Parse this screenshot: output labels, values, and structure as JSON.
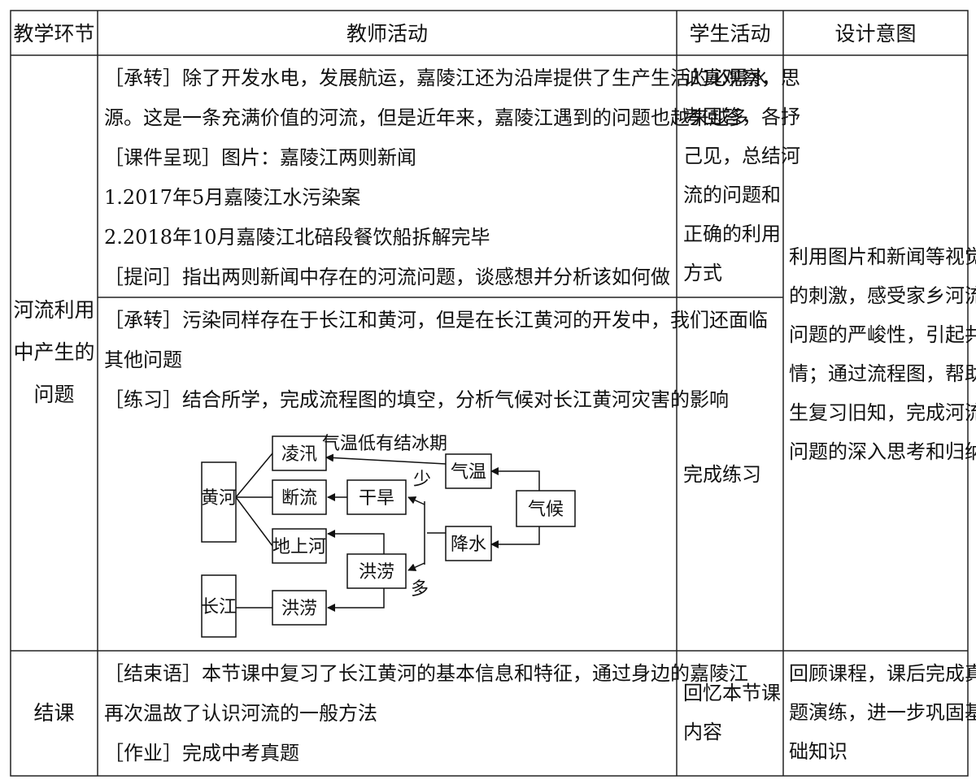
{
  "table": {
    "headers": [
      "教学环节",
      "教师活动",
      "学生活动",
      "设计意图"
    ],
    "section1": {
      "stage": [
        "河流利用",
        "中产生的",
        "问题"
      ],
      "teacher_part1": [
        "［承转］除了开发水电，发展航运，嘉陵江还为沿岸提供了生产生活的必需水",
        "源。这是一条充满价值的河流，但是近年来，嘉陵江遇到的问题也越来越多",
        "［课件呈现］图片：嘉陵江两则新闻",
        "1.2017年5月嘉陵江水污染案",
        "2.2018年10月嘉陵江北碚段餐饮船拆解完毕",
        "［提问］指出两则新闻中存在的河流问题，谈感想并分析该如何做"
      ],
      "student_part1": [
        "认真观察，思",
        "考回答，各抒",
        "己见，总结河",
        "流的问题和",
        "正确的利用",
        "方式"
      ],
      "teacher_part2": [
        "［承转］污染同样存在于长江和黄河，但是在长江黄河的开发中，我们还面临",
        "其他问题",
        "［练习］结合所学，完成流程图的填空，分析气候对长江黄河灾害的影响"
      ],
      "student_part2": "完成练习",
      "design": [
        "利用图片和新闻等视觉",
        "的刺激，感受家乡河流",
        "问题的严峻性，引起共",
        "情；通过流程图，帮助学",
        "生复习旧知，完成河流",
        "问题的深入思考和归纳"
      ]
    },
    "section2": {
      "stage": "结课",
      "teacher": [
        "［结束语］本节课中复习了长江黄河的基本信息和特征，通过身边的嘉陵江",
        "再次温故了认识河流的一般方法",
        "［作业］完成中考真题"
      ],
      "student": [
        "回忆本节课",
        "内容"
      ],
      "design": [
        "回顾课程，课后完成真",
        "题演练，进一步巩固基",
        "础知识"
      ]
    }
  },
  "flowchart": {
    "huanghe": "黄河",
    "changjiang": "长江",
    "lingxun": "凌汛",
    "duanliu": "断流",
    "dishanghe": "地上河",
    "ganhan": "干旱",
    "honglao_mid": "洪涝",
    "honglao_cj": "洪涝",
    "qiwen": "气温",
    "jiangshui": "降水",
    "qihou": "气候",
    "label_lowtemp": "气温低有结冰期",
    "label_less": "少",
    "label_more": "多"
  }
}
